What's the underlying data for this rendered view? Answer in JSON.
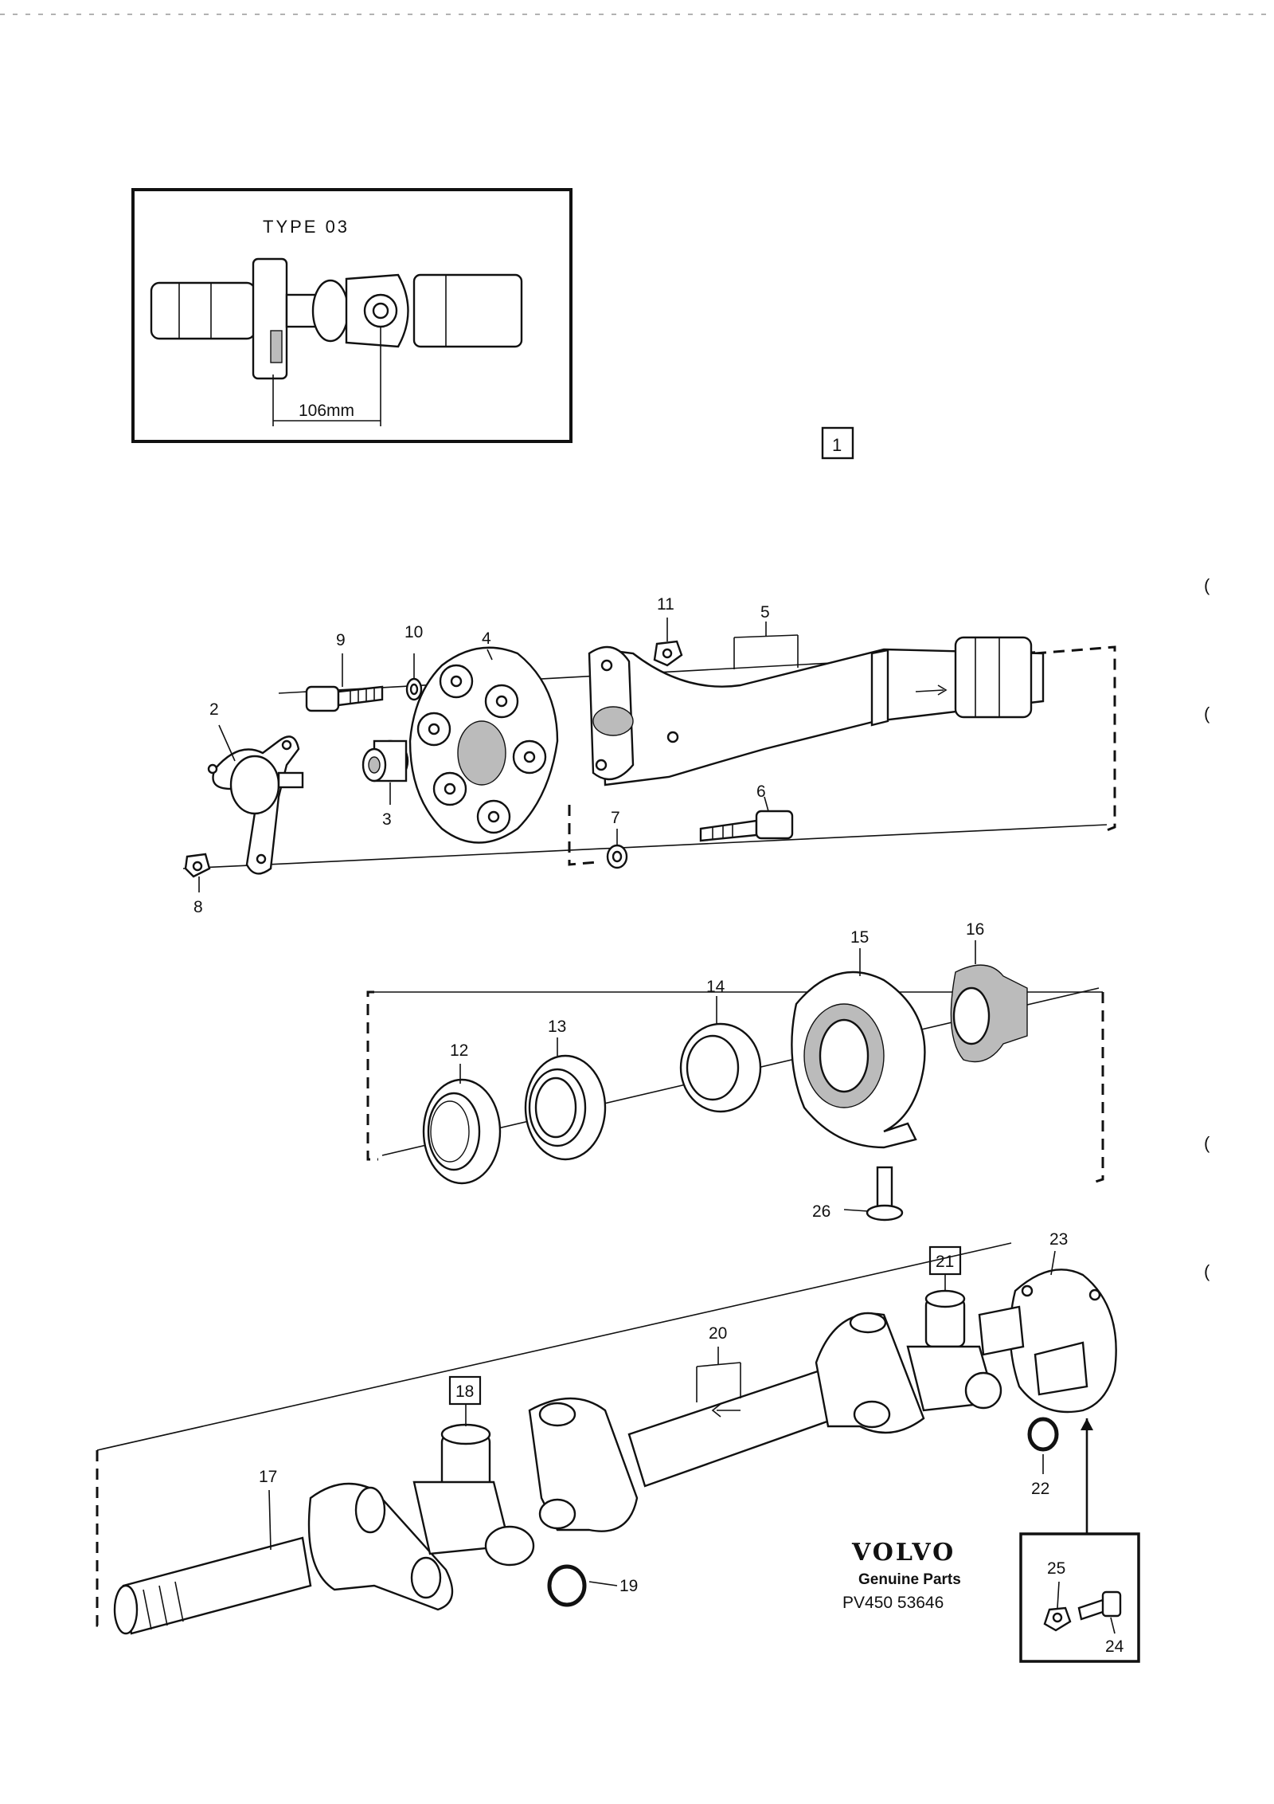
{
  "inset": {
    "title": "TYPE 03",
    "dimension": "106mm"
  },
  "group_box": "1",
  "callouts": {
    "c2": "2",
    "c3": "3",
    "c4": "4",
    "c5": "5",
    "c6": "6",
    "c7": "7",
    "c8": "8",
    "c9": "9",
    "c10": "10",
    "c11": "11",
    "c12": "12",
    "c13": "13",
    "c14": "14",
    "c15": "15",
    "c16": "16",
    "c17": "17",
    "c18": "18",
    "c19": "19",
    "c20": "20",
    "c21": "21",
    "c22": "22",
    "c23": "23",
    "c24": "24",
    "c25": "25",
    "c26": "26"
  },
  "brand": {
    "logo": "VOLVO",
    "tagline": "Genuine Parts",
    "code": "PV450 53646"
  },
  "margin_marks": [
    "(",
    "(",
    "(",
    "("
  ]
}
